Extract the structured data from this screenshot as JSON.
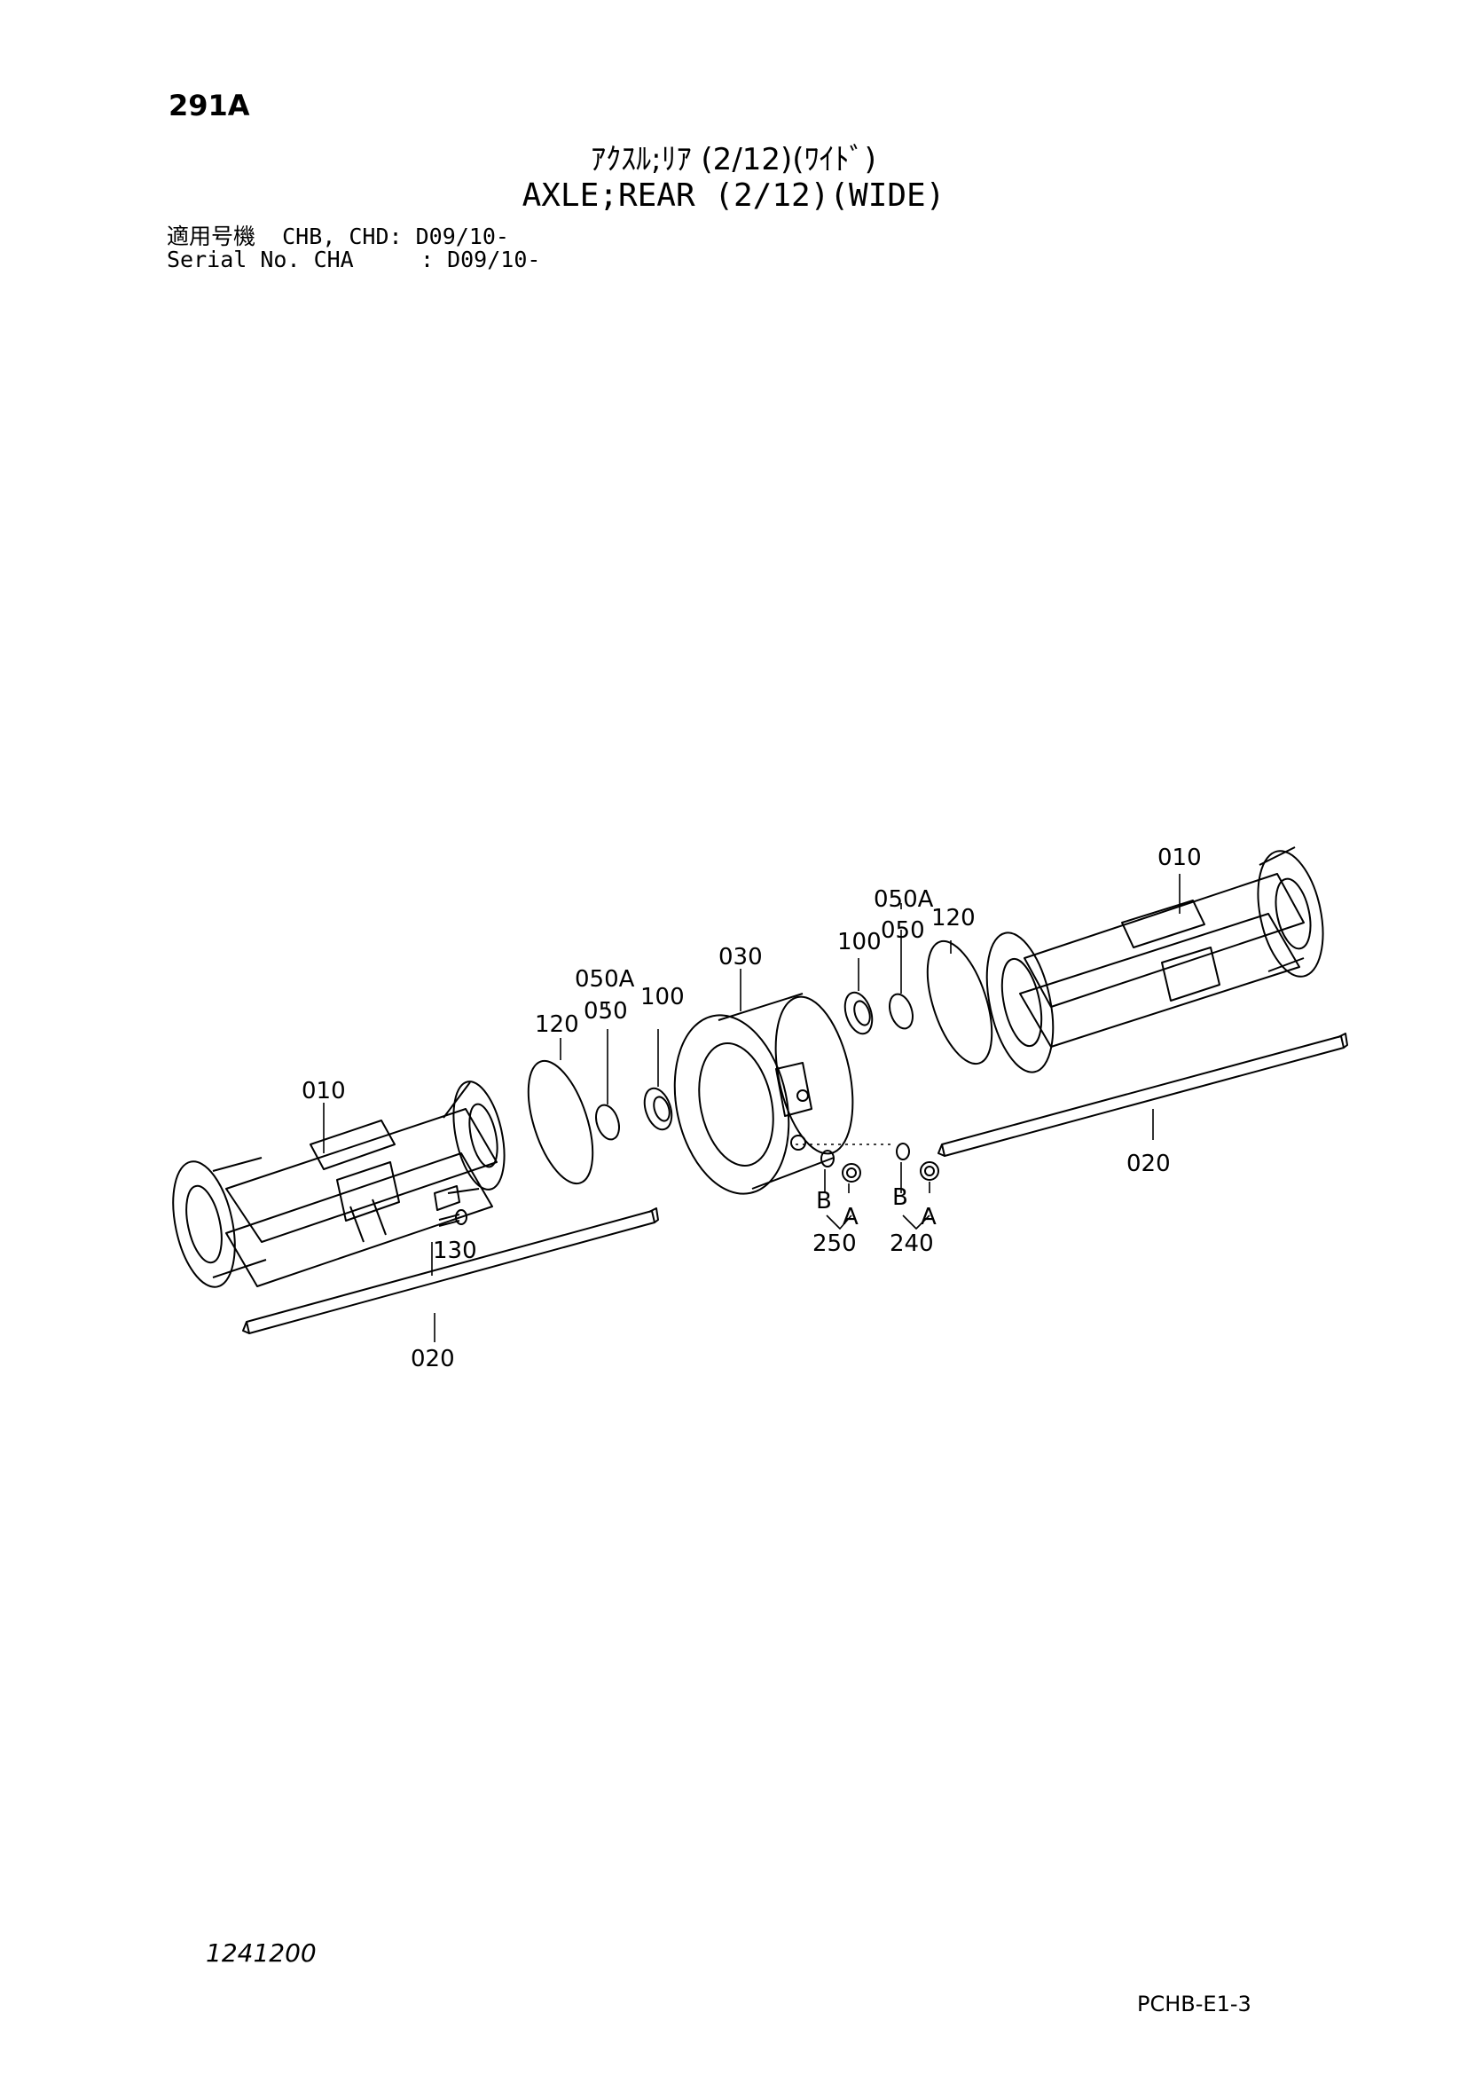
{
  "header": {
    "page_number": "291A",
    "title_jp": "ｱｸｽﾙ;ﾘｱ (2/12)(ﾜｲﾄﾞ)",
    "title_en": "AXLE;REAR (2/12)(WIDE)",
    "serial_line_1": "適用号機  CHB, CHD: D09/10-",
    "serial_line_2": "Serial No. CHA     : D09/10-"
  },
  "callouts": {
    "c010_left": "010",
    "c010_right": "010",
    "c020_left": "020",
    "c020_right": "020",
    "c030": "030",
    "c050_left": "050",
    "c050a_left": "050A",
    "c050_right": "050",
    "c050a_right": "050A",
    "c100_left": "100",
    "c100_right": "100",
    "c120_left": "120",
    "c120_right": "120",
    "c130": "130",
    "c240": "240",
    "c250": "250",
    "a_250": "A",
    "b_250": "B",
    "a_240": "A",
    "b_240": "B"
  },
  "footer": {
    "drawing_number": "1241200",
    "page_code": "PCHB-E1-3"
  }
}
